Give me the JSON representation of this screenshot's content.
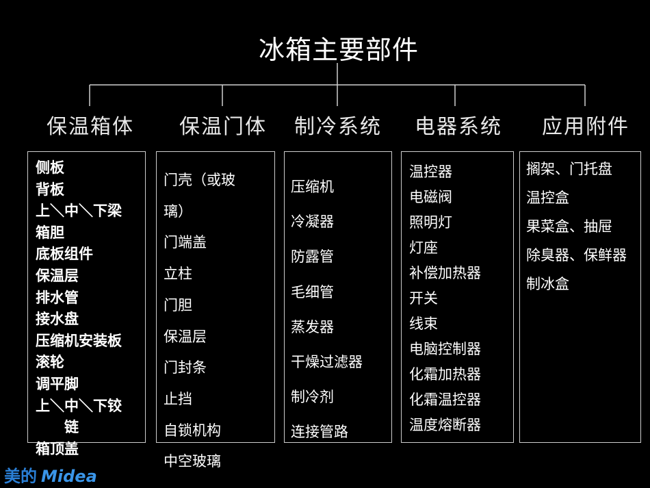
{
  "title": "冰箱主要部件",
  "categories": [
    {
      "label": "保温箱体",
      "items": [
        "侧板",
        "背板",
        "上＼中＼下梁",
        "箱胆",
        "底板组件",
        "保温层",
        "排水管",
        "接水盘",
        "压缩机安装板",
        "滚轮",
        "调平脚",
        "上＼中＼下铰",
        "链",
        "箱顶盖"
      ]
    },
    {
      "label": "保温门体",
      "items": [
        "门壳（或玻",
        "璃）",
        "门端盖",
        "立柱",
        "门胆",
        "保温层",
        "门封条",
        "止挡",
        "自锁机构",
        "中空玻璃"
      ]
    },
    {
      "label": "制冷系统",
      "items": [
        "压缩机",
        "冷凝器",
        "防露管",
        "毛细管",
        "蒸发器",
        "干燥过滤器",
        "制冷剂",
        "连接管路"
      ]
    },
    {
      "label": "电器系统",
      "items": [
        "温控器",
        "电磁阀",
        "照明灯",
        "灯座",
        "补偿加热器",
        "开关",
        "线束",
        "电脑控制器",
        "化霜加热器",
        "化霜温控器",
        "温度熔断器"
      ]
    },
    {
      "label": "应用附件",
      "items": [
        "搁架、门托盘",
        "温控盒",
        "果菜盒、抽屉",
        "除臭器、保鲜器",
        "制冰盒"
      ]
    }
  ],
  "logo": {
    "cn": "美的",
    "en": "Midea"
  }
}
